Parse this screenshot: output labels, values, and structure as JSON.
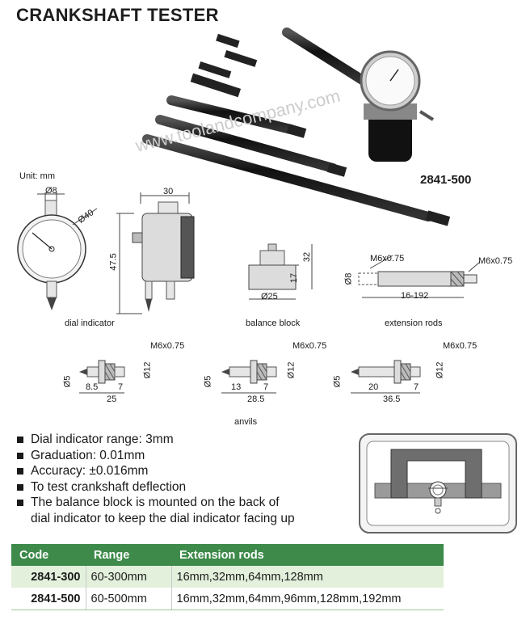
{
  "title": "CRANKSHAFT TESTER",
  "watermark": "www.toolandcompany.com",
  "model": "2841-500",
  "unit": "Unit: mm",
  "diagrams": {
    "dial": {
      "d8": "Ø8",
      "d40": "Ø40",
      "caption": "dial indicator"
    },
    "side": {
      "w30": "30",
      "h47": "47.5"
    },
    "block": {
      "h32": "32",
      "h17": "17",
      "d25": "Ø25",
      "caption": "balance block"
    },
    "rods": {
      "thread_left": "M6x0.75",
      "thread_right": "M6x0.75",
      "d8": "Ø8",
      "length": "16-192",
      "caption": "extension rods"
    },
    "anvils": [
      {
        "thread": "M6x0.75",
        "d5": "Ø5",
        "d12": "Ø12",
        "a": "8.5",
        "b": "7",
        "total": "25"
      },
      {
        "thread": "M6x0.75",
        "d5": "Ø5",
        "d12": "Ø12",
        "a": "13",
        "b": "7",
        "total": "28.5"
      },
      {
        "thread": "M6x0.75",
        "d5": "Ø5",
        "d12": "Ø12",
        "a": "20",
        "b": "7",
        "total": "36.5"
      }
    ],
    "anvils_caption": "anvils"
  },
  "features": [
    "Dial indicator range: 3mm",
    "Graduation: 0.01mm",
    "Accuracy: ±0.016mm",
    "To test crankshaft deflection",
    "The balance block is mounted on the back of"
  ],
  "features_cont": "dial indicator to keep the dial indicator facing up",
  "table": {
    "headers": [
      "Code",
      "Range",
      "Extension rods"
    ],
    "rows": [
      [
        "2841-300",
        "60-300mm",
        "16mm,32mm,64mm,128mm"
      ],
      [
        "2841-500",
        "60-500mm",
        "16mm,32mm,64mm,96mm,128mm,192mm"
      ]
    ]
  },
  "colors": {
    "table_header": "#3d8a4a",
    "row_alt": "#e3f0dc"
  }
}
